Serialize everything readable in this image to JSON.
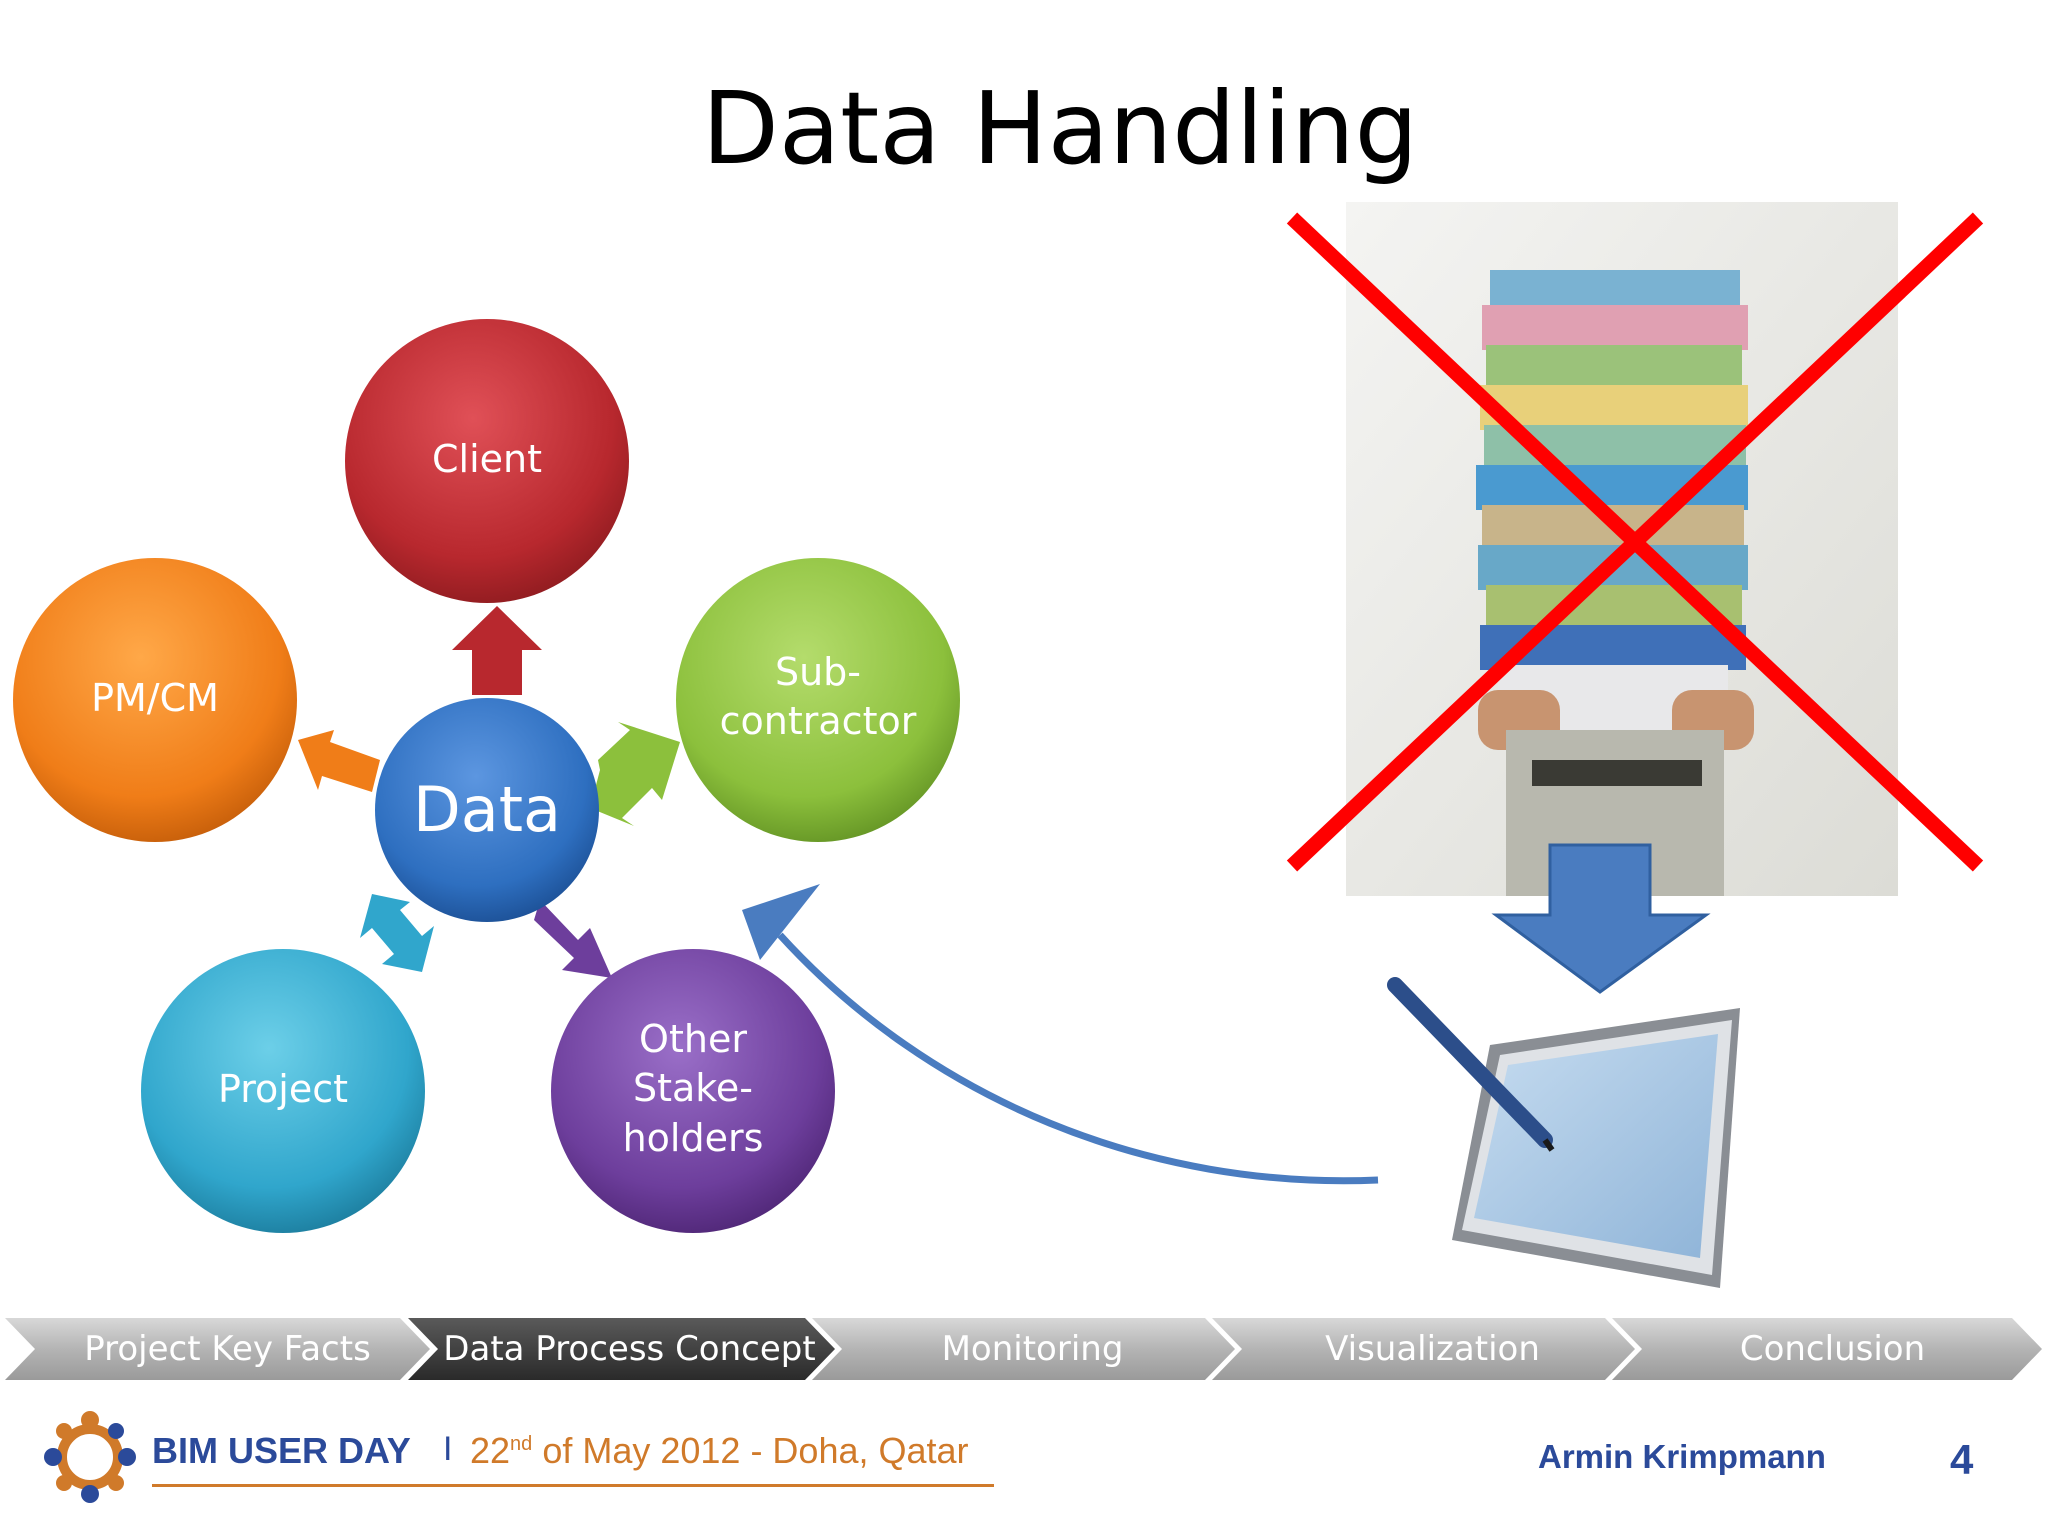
{
  "slide": {
    "title": "Data Handling",
    "page_number": "4"
  },
  "diagram": {
    "center": "Data",
    "nodes": {
      "client": "Client",
      "pmcm": "PM/CM",
      "sub": [
        "Sub-",
        "contractor"
      ],
      "project": "Project",
      "other": [
        "Other",
        "Stake-",
        "holders"
      ]
    }
  },
  "nav": {
    "steps": [
      "Project Key Facts",
      "Data Process Concept",
      "Monitoring",
      "Visualization",
      "Conclusion"
    ],
    "active_index": 1
  },
  "footer": {
    "event": "BIM USER DAY",
    "separator": "I",
    "date_day": "22",
    "date_sup": "nd",
    "date_rest": "of May 2012 - Doha, Qatar",
    "author": "Armin Krimpmann"
  },
  "colors": {
    "client": "#b8282e",
    "pmcm": "#f07d18",
    "sub": "#8cc03c",
    "project": "#30a6cc",
    "other": "#6d3e9c",
    "center": "#2e6fc0",
    "cross": "#ff0000",
    "arrow_blue": "#4a7cc0",
    "brand": "#2b4a9a",
    "accent": "#d07a2a"
  }
}
